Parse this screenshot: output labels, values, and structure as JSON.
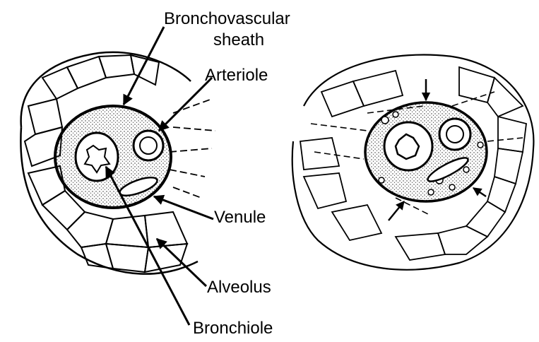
{
  "labels": {
    "sheath_line1": "Bronchovascular",
    "sheath_line2": "sheath",
    "arteriole": "Arteriole",
    "venule": "Venule",
    "alveolus": "Alveolus",
    "bronchiole": "Bronchiole"
  },
  "colors": {
    "ink": "#000000",
    "paper": "#ffffff",
    "stipple": "#2a2a2a"
  }
}
